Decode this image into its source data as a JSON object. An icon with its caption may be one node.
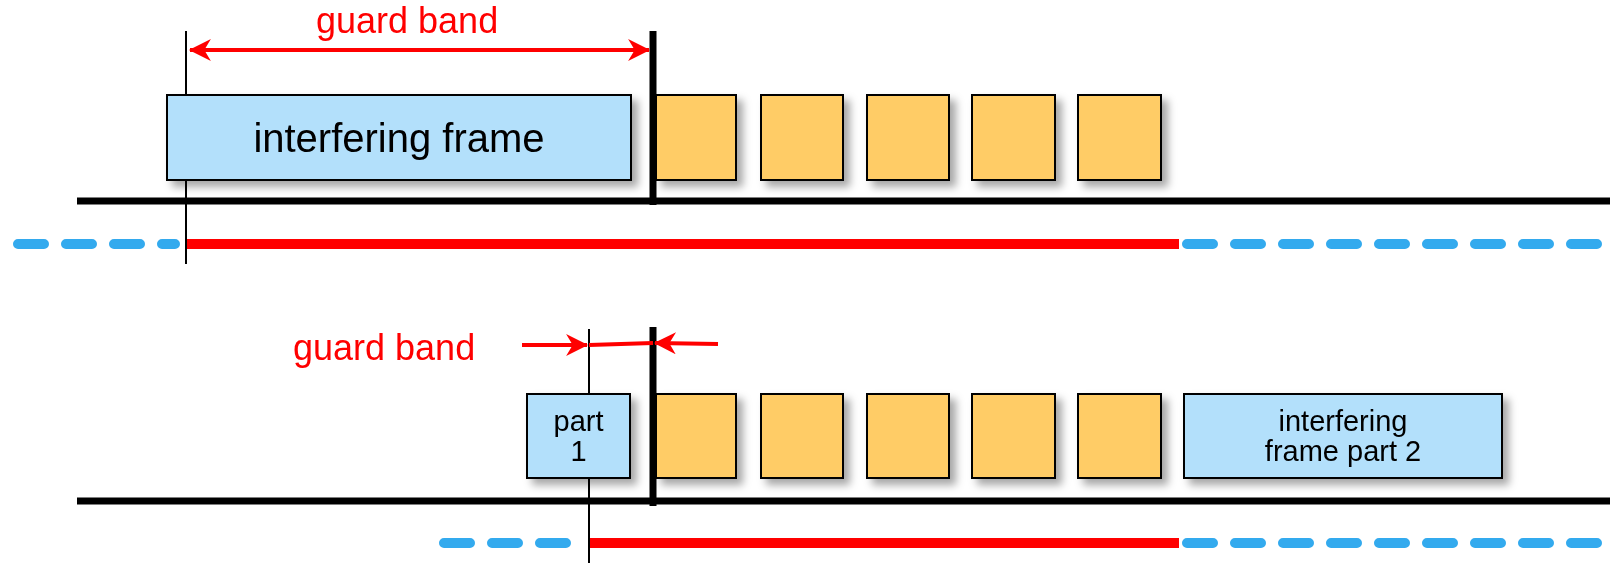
{
  "diagram": {
    "nodes": [
      {
        "text": [
          "interfering frame"
        ]
      },
      {
        "text": [],
        "shape": "box"
      },
      {
        "text": [],
        "shape": "box"
      },
      {
        "text": [],
        "shape": "box"
      },
      {
        "text": [],
        "shape": "box"
      },
      {
        "text": [],
        "shape": "box"
      },
      {
        "text": [
          "part 1"
        ]
      },
      {
        "text": [],
        "shape": "box"
      },
      {
        "text": [],
        "shape": "box"
      },
      {
        "text": [],
        "shape": "box"
      },
      {
        "text": [],
        "shape": "box"
      },
      {
        "text": [],
        "shape": "box"
      },
      {
        "text": [
          "interfering frame part 2"
        ]
      }
    ],
    "labels": [
      "guard band",
      "guard band"
    ]
  }
}
